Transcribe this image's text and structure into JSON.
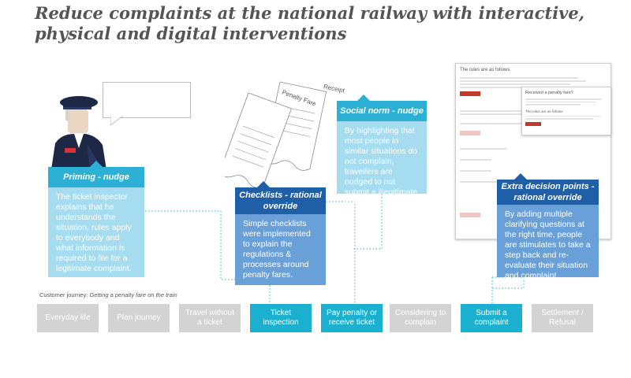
{
  "title": "Reduce complaints at the national railway with interactive, physical and digital interventions",
  "cards": {
    "priming": {
      "head": "Priming - nudge",
      "body": "The ticket inspector explains that he understands the situation, rules apply to everybody and what information is required to file for a legitimate complaint."
    },
    "checklists": {
      "head": "Checklists - rational override",
      "body": "Simple checklists were implemented to explain the regulations & processes around penalty fares."
    },
    "social": {
      "head": "Social norm - nudge",
      "body": "By highlighting that most people in similar situations do not complain, travellers are nudged to not submit a illegitimate complaint."
    },
    "extra": {
      "head": "Extra decision points - rational override",
      "body": "By adding multiple clarifying questions at the right time, people are stimulates to take a step back and re-evaluate their situation and complaint."
    }
  },
  "illustration": {
    "penalty_label": "Penalty Fare",
    "receipt_label": "Receipt",
    "screenshot_title": "The rules are as follows",
    "popup_title": "Received a penalty fare?",
    "popup_sub": "The rules are as follows"
  },
  "journey": {
    "label_prefix": "Customer journey: ",
    "label_italic": "Getting a penalty fare on the train",
    "steps": [
      {
        "label": "Everyday life",
        "highlight": false
      },
      {
        "label": "Plan journey",
        "highlight": false
      },
      {
        "label": "Travel without a ticket",
        "highlight": false
      },
      {
        "label": "Ticket inspection",
        "highlight": true
      },
      {
        "label": "Pay penalty or receive ticket",
        "highlight": true
      },
      {
        "label": "Considering to complain",
        "highlight": false
      },
      {
        "label": "Submit a complaint",
        "highlight": true
      },
      {
        "label": "Settlement / Refusal",
        "highlight": false
      }
    ]
  },
  "colors": {
    "light_blue": "#2db0d6",
    "dark_blue": "#1f5fa8",
    "grey_step": "#d3d3d3",
    "dotted_line": "#4bbfd8"
  }
}
